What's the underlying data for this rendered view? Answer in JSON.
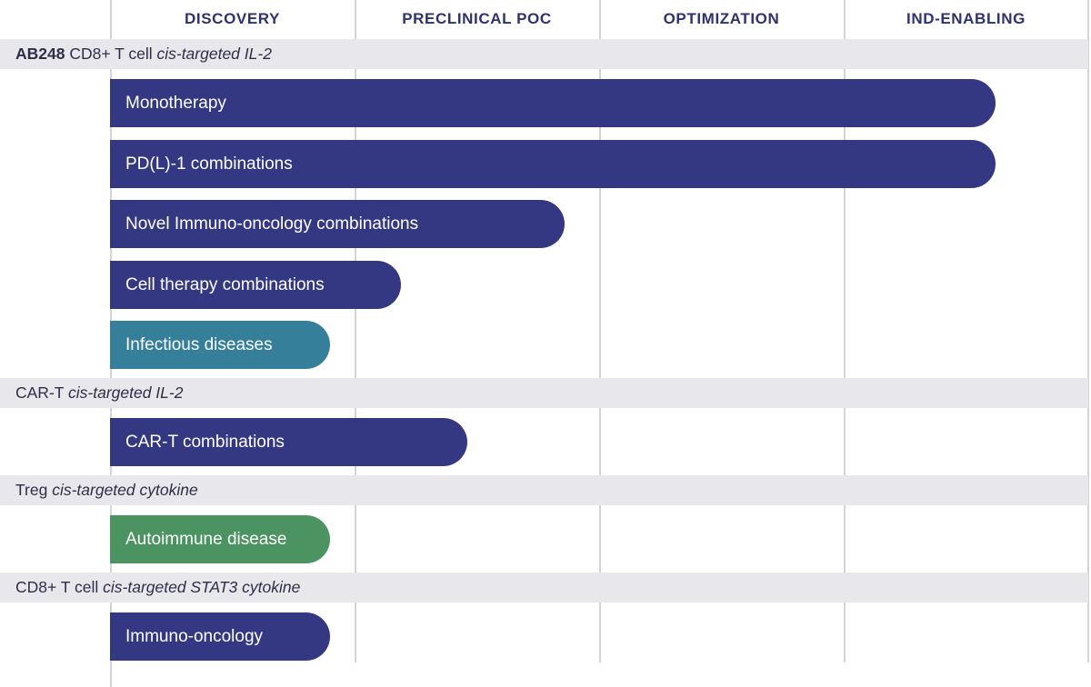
{
  "colors": {
    "navy": "#343882",
    "teal": "#357f9a",
    "green": "#4c9362",
    "band": "#e8e8ec",
    "header_text": "#2e326e",
    "grid": "#d4d4d8"
  },
  "stages": [
    "DISCOVERY",
    "PRECLINICAL POC",
    "OPTIMIZATION",
    "IND-ENABLING"
  ],
  "groups": [
    {
      "label_parts": [
        {
          "text": "AB248",
          "style": "bold"
        },
        {
          "text": " CD8+ T cell ",
          "style": "normal"
        },
        {
          "text": "cis-targeted IL-2",
          "style": "italic"
        }
      ],
      "programs": [
        {
          "name": "Monotherapy",
          "color": "navy",
          "progress": 3.62
        },
        {
          "name": "PD(L)-1 combinations",
          "color": "navy",
          "progress": 3.62
        },
        {
          "name": "Novel Immuno-oncology combinations",
          "color": "navy",
          "progress": 1.86
        },
        {
          "name": "Cell therapy combinations",
          "color": "navy",
          "progress": 1.19
        },
        {
          "name": "Infectious diseases",
          "color": "teal",
          "progress": 0.9
        }
      ]
    },
    {
      "label_parts": [
        {
          "text": "CAR-T ",
          "style": "normal"
        },
        {
          "text": "cis-targeted IL-2",
          "style": "italic"
        }
      ],
      "programs": [
        {
          "name": "CAR-T combinations",
          "color": "navy",
          "progress": 1.46
        }
      ]
    },
    {
      "label_parts": [
        {
          "text": "Treg ",
          "style": "normal"
        },
        {
          "text": "cis-targeted cytokine",
          "style": "italic"
        }
      ],
      "programs": [
        {
          "name": "Autoimmune disease",
          "color": "green",
          "progress": 0.9
        }
      ]
    },
    {
      "label_parts": [
        {
          "text": "CD8+ T cell ",
          "style": "normal"
        },
        {
          "text": "cis-targeted STAT3 cytokine",
          "style": "italic"
        }
      ],
      "programs": [
        {
          "name": "Immuno-oncology",
          "color": "navy",
          "progress": 0.9
        }
      ]
    }
  ]
}
